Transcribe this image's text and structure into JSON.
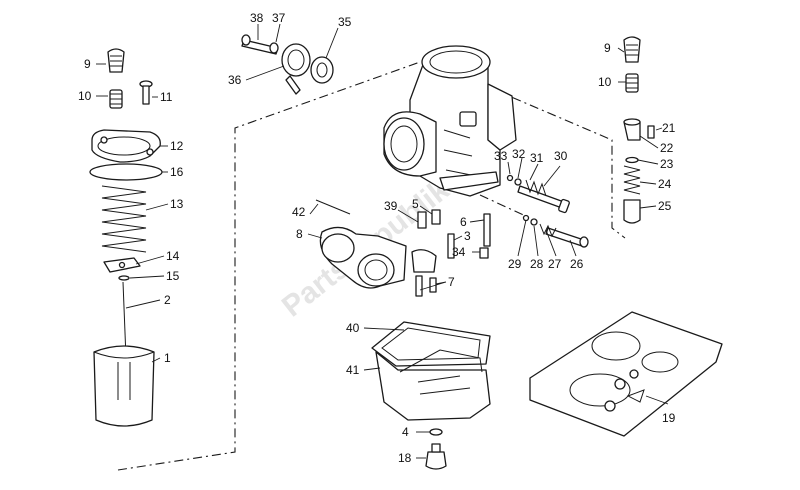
{
  "watermark": "PartsRepublik",
  "labels": [
    {
      "id": "l9a",
      "text": "9"
    },
    {
      "id": "l10a",
      "text": "10"
    },
    {
      "id": "l11",
      "text": "11"
    },
    {
      "id": "l12",
      "text": "12"
    },
    {
      "id": "l16",
      "text": "16"
    },
    {
      "id": "l13",
      "text": "13"
    },
    {
      "id": "l14",
      "text": "14"
    },
    {
      "id": "l15",
      "text": "15"
    },
    {
      "id": "l2",
      "text": "2"
    },
    {
      "id": "l1",
      "text": "1"
    },
    {
      "id": "l38",
      "text": "38"
    },
    {
      "id": "l37",
      "text": "37"
    },
    {
      "id": "l35",
      "text": "35"
    },
    {
      "id": "l36",
      "text": "36"
    },
    {
      "id": "l9b",
      "text": "9"
    },
    {
      "id": "l10b",
      "text": "10"
    },
    {
      "id": "l21",
      "text": "21"
    },
    {
      "id": "l22",
      "text": "22"
    },
    {
      "id": "l23",
      "text": "23"
    },
    {
      "id": "l24",
      "text": "24"
    },
    {
      "id": "l25",
      "text": "25"
    },
    {
      "id": "l33",
      "text": "33"
    },
    {
      "id": "l32",
      "text": "32"
    },
    {
      "id": "l31",
      "text": "31"
    },
    {
      "id": "l30",
      "text": "30"
    },
    {
      "id": "l42",
      "text": "42"
    },
    {
      "id": "l8",
      "text": "8"
    },
    {
      "id": "l39",
      "text": "39"
    },
    {
      "id": "l5",
      "text": "5"
    },
    {
      "id": "l6",
      "text": "6"
    },
    {
      "id": "l3",
      "text": "3"
    },
    {
      "id": "l34",
      "text": "34"
    },
    {
      "id": "l7",
      "text": "7"
    },
    {
      "id": "l29",
      "text": "29"
    },
    {
      "id": "l28",
      "text": "28"
    },
    {
      "id": "l27",
      "text": "27"
    },
    {
      "id": "l26",
      "text": "26"
    },
    {
      "id": "l40",
      "text": "40"
    },
    {
      "id": "l41",
      "text": "41"
    },
    {
      "id": "l4",
      "text": "4"
    },
    {
      "id": "l18",
      "text": "18"
    },
    {
      "id": "l19",
      "text": "19"
    }
  ]
}
